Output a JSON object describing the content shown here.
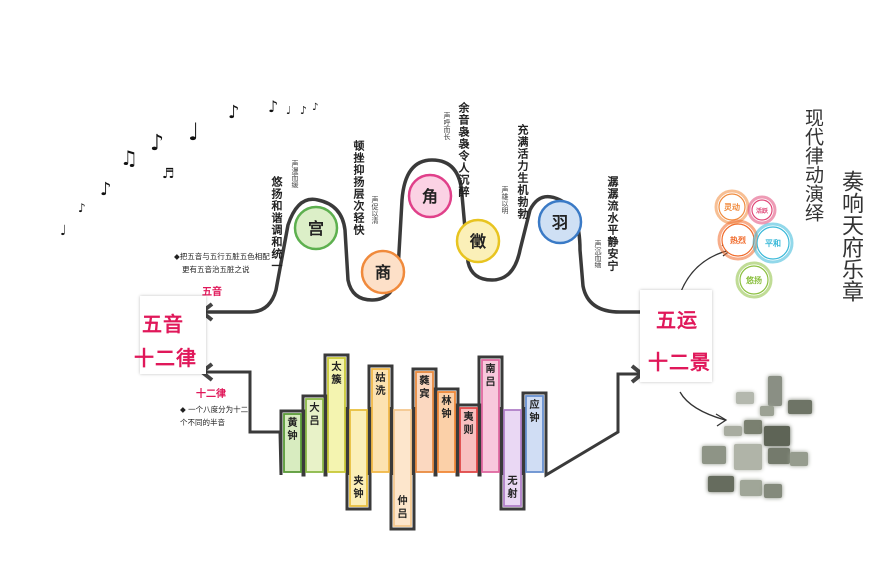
{
  "wuyin": {
    "label": "五音",
    "note_line1": "◆把五音与五行五脏五色相配",
    "note_line2": "更有五音治五脏之说",
    "notes": [
      {
        "name": "宫",
        "color": "#5db04f",
        "fill": "#dcefc8",
        "desc": "悠扬和谐调和统一",
        "sub": "声漫而缓"
      },
      {
        "name": "商",
        "color": "#f08a3c",
        "fill": "#fde0c8",
        "desc": "顿挫抑扬层次轻快",
        "sub": "声促以清"
      },
      {
        "name": "角",
        "color": "#e0408a",
        "fill": "#fbd2e4",
        "desc": "余音袅袅令人沉醉",
        "sub": "声呼而长"
      },
      {
        "name": "徵",
        "color": "#e8c420",
        "fill": "#fbf0b8",
        "desc": "充满活力生机勃勃",
        "sub": "声雄以明"
      },
      {
        "name": "羽",
        "color": "#3a7ac6",
        "fill": "#cfe0f4",
        "desc": "潺潺流水平静安宁",
        "sub": "声沉而缅"
      }
    ]
  },
  "shierlv": {
    "label": "十二律",
    "note_line1": "◆ 一个八度分为十二",
    "note_line2": "个不同的半音",
    "bars": [
      {
        "name": "黄钟",
        "level": 0.18,
        "up": true,
        "border": "#5a9a38",
        "fill": "#d8ecc0"
      },
      {
        "name": "大吕",
        "level": 0.34,
        "up": true,
        "border": "#8ab848",
        "fill": "#e8f2c8"
      },
      {
        "name": "太簇",
        "level": 0.8,
        "up": true,
        "border": "#c8c838",
        "fill": "#f4f4b0"
      },
      {
        "name": "夹钟",
        "level": 0.6,
        "up": false,
        "border": "#e8c040",
        "fill": "#fbefb8"
      },
      {
        "name": "姑洗",
        "level": 0.68,
        "up": true,
        "border": "#f0b848",
        "fill": "#fce2b0"
      },
      {
        "name": "仲吕",
        "level": 0.82,
        "up": false,
        "border": "#f4c890",
        "fill": "#fde6cc"
      },
      {
        "name": "蕤宾",
        "level": 0.64,
        "up": true,
        "border": "#e88a40",
        "fill": "#fbd8c0"
      },
      {
        "name": "林钟",
        "level": 0.42,
        "up": true,
        "border": "#f08838",
        "fill": "#fbd0a8"
      },
      {
        "name": "夷则",
        "level": 0.24,
        "up": true,
        "border": "#e04848",
        "fill": "#f8c0c0"
      },
      {
        "name": "南吕",
        "level": 0.78,
        "up": true,
        "border": "#e068a0",
        "fill": "#f8c8dc"
      },
      {
        "name": "无射",
        "level": 0.6,
        "up": false,
        "border": "#b080c8",
        "fill": "#ead8f4"
      },
      {
        "name": "应钟",
        "level": 0.38,
        "up": true,
        "border": "#6890d0",
        "fill": "#d0ddf4"
      }
    ]
  },
  "left_box": {
    "line1": "五音",
    "line2": "十二律"
  },
  "right_box": {
    "line1": "五运",
    "line2": "十二景"
  },
  "title": {
    "line1": "现代律动演绎",
    "line2": "奏响天府乐章"
  },
  "bubbles": [
    {
      "label": "灵动",
      "color": "#f08a3c"
    },
    {
      "label": "活跃",
      "color": "#e04878"
    },
    {
      "label": "热烈",
      "color": "#f06a2a"
    },
    {
      "label": "平和",
      "color": "#38b8d8"
    },
    {
      "label": "悠扬",
      "color": "#8cc040"
    }
  ],
  "photos": [
    {
      "color": "#8a8f84"
    },
    {
      "color": "#b4b8ae"
    },
    {
      "color": "#6e7466"
    },
    {
      "color": "#9ca294"
    },
    {
      "color": "#7a8070"
    },
    {
      "color": "#a8aca0"
    },
    {
      "color": "#5e6456"
    },
    {
      "color": "#8e9486"
    },
    {
      "color": "#b0b4a8"
    },
    {
      "color": "#747a6c"
    },
    {
      "color": "#969c8e"
    },
    {
      "color": "#666c5e"
    },
    {
      "color": "#a0a698"
    },
    {
      "color": "#848a7c"
    }
  ]
}
